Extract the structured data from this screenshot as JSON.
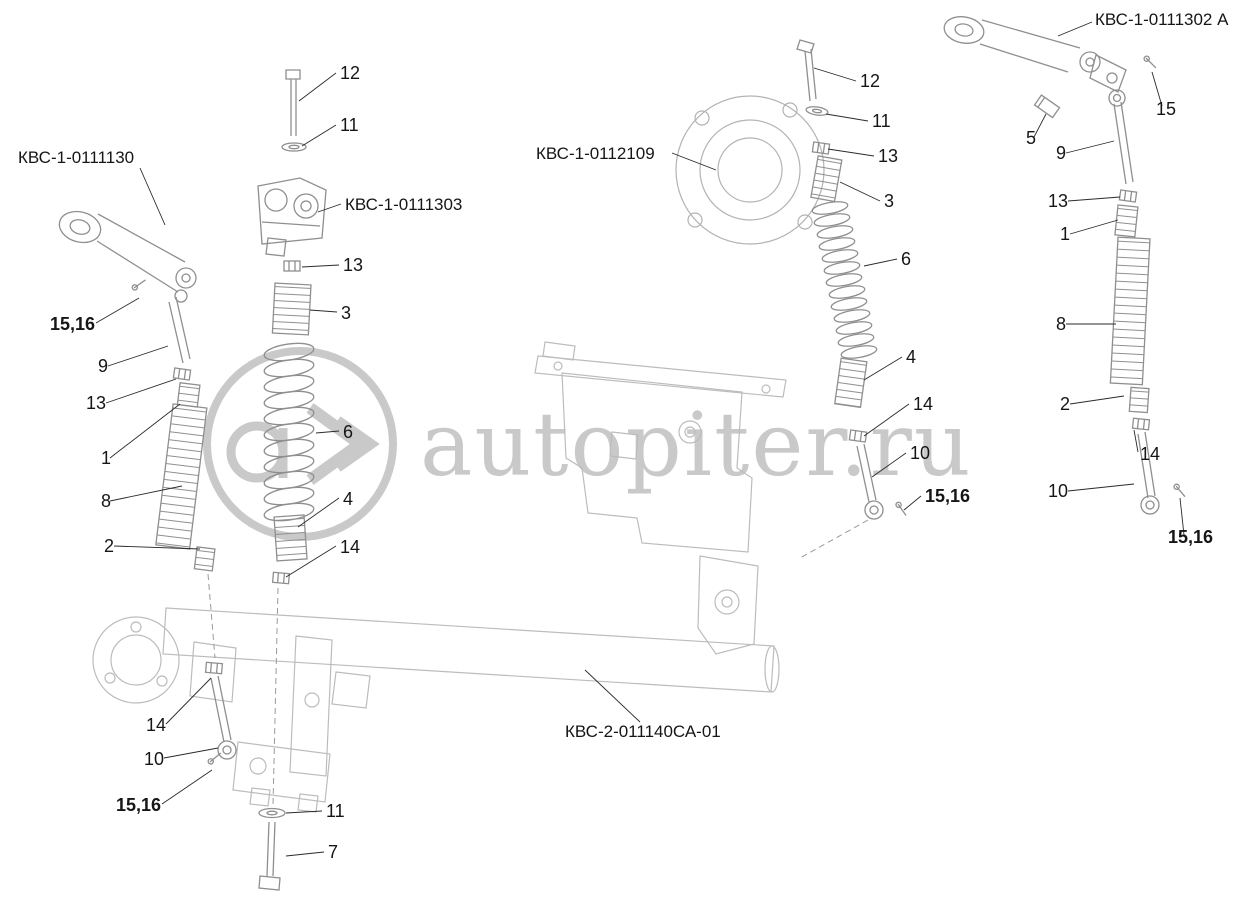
{
  "watermark": {
    "text": "autopiter.ru"
  },
  "labels": {
    "left_arm": "КВС-1-0111130",
    "center_bracket": "КВС-1-0111303",
    "housing": "КВС-1-0112109",
    "right_arm": "КВС-1-0111302 А",
    "frame": "КВС-2-011140СА-01"
  },
  "callouts": {
    "center_bolt": "12",
    "center_washer": "11",
    "center_nut13": "13",
    "center_boot_top": "3",
    "center_spring": "6",
    "center_boot_bottom": "4",
    "center_nut14": "14",
    "left_pin_top": "15,16",
    "left_rod9": "9",
    "left_nut13": "13",
    "left_cap1": "1",
    "left_bellows": "8",
    "left_cap2": "2",
    "left_nut14": "14",
    "left_rod10": "10",
    "left_pin_bottom": "15,16",
    "left_washer11": "11",
    "left_bolt7": "7",
    "mid_bolt12": "12",
    "mid_washer11": "11",
    "mid_nut13": "13",
    "mid_boot3": "3",
    "mid_spring6": "6",
    "mid_boot4": "4",
    "mid_nut14": "14",
    "mid_rod10": "10",
    "mid_pin": "15,16",
    "right_pin15": "15",
    "right_pin5": "5",
    "right_rod9": "9",
    "right_nut13": "13",
    "right_cap1": "1",
    "right_bellows8": "8",
    "right_cap2": "2",
    "right_nut14": "14",
    "right_rod10": "10",
    "right_pin_bottom": "15,16"
  }
}
